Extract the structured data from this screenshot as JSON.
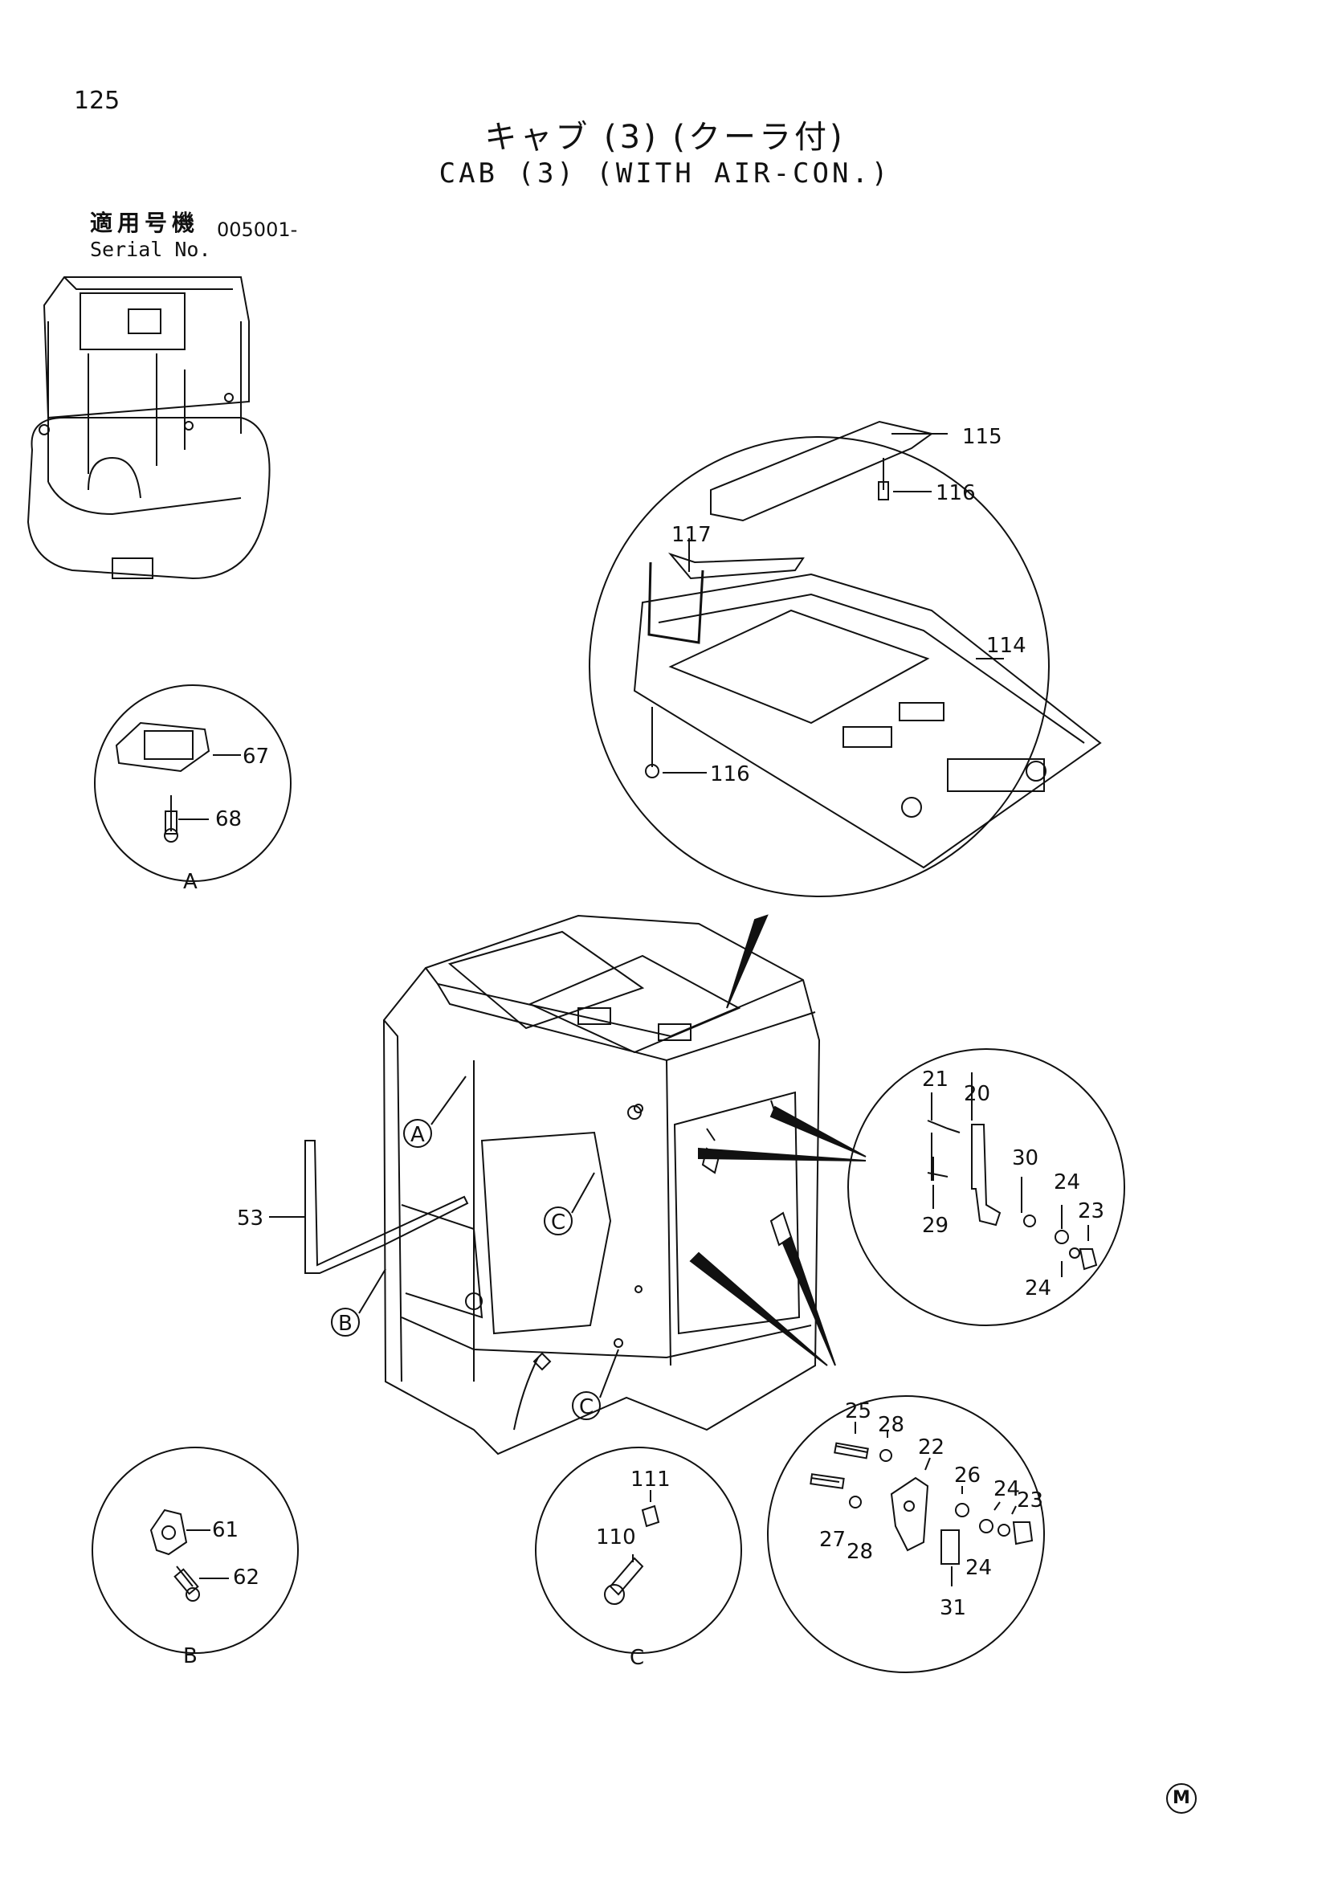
{
  "header": {
    "page_number": "125",
    "title_jp": "キャブ (3) (クーラ付)",
    "title_en": "CAB (3) (WITH AIR-CON.)",
    "serial_label_jp": "適用号機",
    "serial_label_en": "Serial No.",
    "serial_value": "005001-"
  },
  "details": {
    "top_circle": {
      "parts": [
        "115",
        "116",
        "117",
        "114",
        "116"
      ]
    },
    "detail_a": {
      "letter": "A",
      "parts": [
        "67",
        "68"
      ]
    },
    "detail_b": {
      "letter": "B",
      "parts": [
        "61",
        "62"
      ]
    },
    "detail_c": {
      "letter": "C",
      "parts": [
        "111",
        "110"
      ]
    },
    "upper_right": {
      "parts": [
        "21",
        "20",
        "30",
        "24",
        "23",
        "29",
        "24"
      ]
    },
    "lower_right": {
      "parts": [
        "25",
        "28",
        "22",
        "26",
        "24",
        "23",
        "27",
        "28",
        "24",
        "31"
      ]
    }
  },
  "main": {
    "callout_letters": [
      "A",
      "C",
      "B",
      "C"
    ],
    "part_53": "53"
  },
  "footer": {
    "mark": "M"
  }
}
